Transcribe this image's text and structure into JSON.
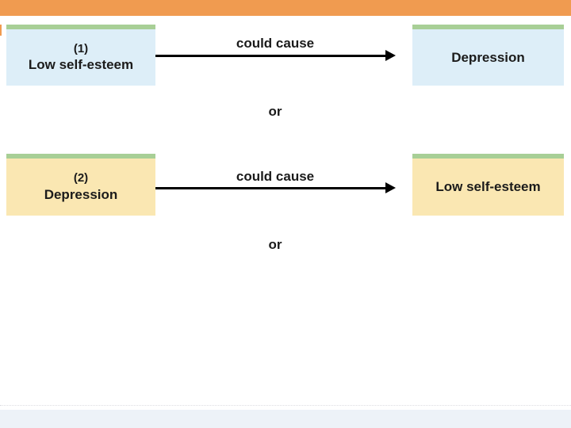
{
  "slide": {
    "rows": [
      {
        "number": "(1)",
        "source": "Low self-esteem",
        "arrow_label": "could cause",
        "target": "Depression",
        "separator": "or"
      },
      {
        "number": "(2)",
        "source": "Depression",
        "arrow_label": "could cause",
        "target": "Low self-esteem",
        "separator": "or"
      }
    ]
  },
  "colors": {
    "header_bar": "#f09b50",
    "box_top_strip": "#a8cf96",
    "box_blue_fill": "#ddeef8",
    "box_yellow_fill": "#fae7b2",
    "footer_bar": "#edf2f8",
    "arrow": "#000000",
    "text": "#1b1b1b"
  }
}
